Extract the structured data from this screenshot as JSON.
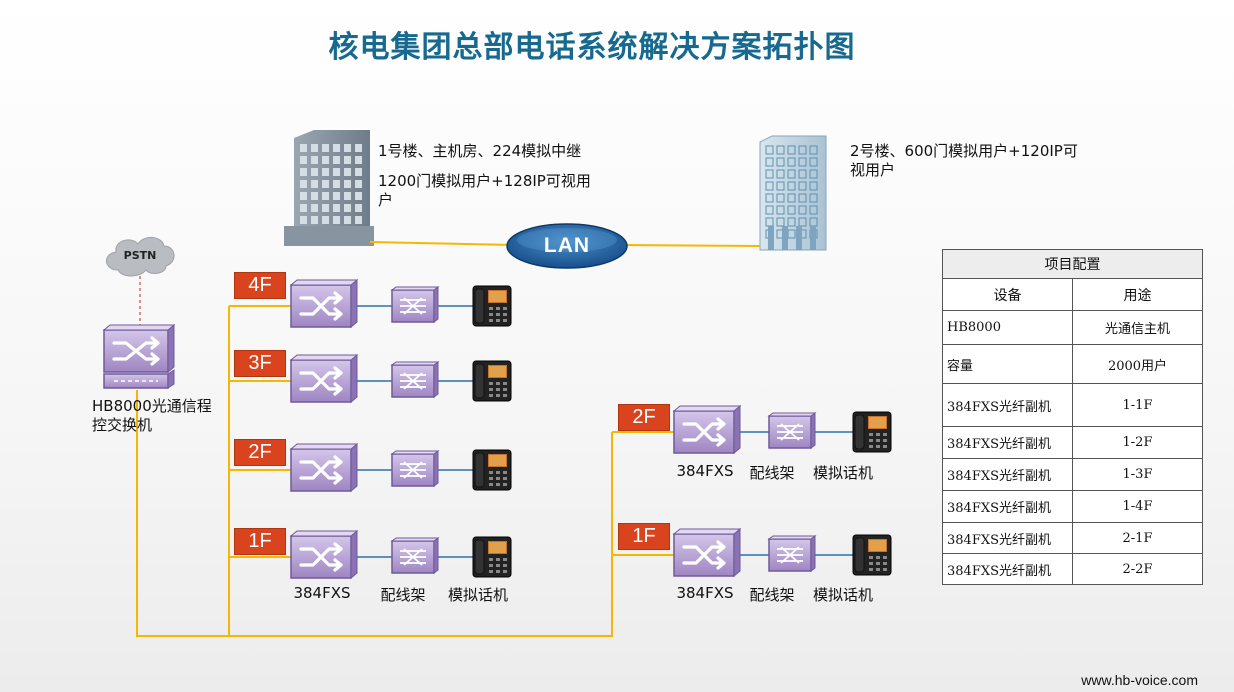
{
  "title": "核电集团总部电话系统解决方案拓扑图",
  "building1": {
    "line1": "1号楼、主机房、224模拟中继",
    "line2": "1200门模拟用户+128IP可视用户"
  },
  "building2": {
    "line1": "2号楼、600门模拟用户+120IP可视用户"
  },
  "lan_label": "LAN",
  "pstn_label": "PSTN",
  "main_switch_label": "HB8000光通信程控交换机",
  "floors_b1": [
    "4F",
    "3F",
    "2F",
    "1F"
  ],
  "floors_b2": [
    "2F",
    "1F"
  ],
  "device_labels": {
    "fxs": "384FXS",
    "patch": "配线架",
    "phone": "模拟话机"
  },
  "config_table": {
    "header": "项目配置",
    "col_device": "设备",
    "col_use": "用途",
    "rows": [
      {
        "device": "HB8000",
        "use": "光通信主机"
      },
      {
        "device": "容量",
        "use": "2000用户"
      },
      {
        "device": "384FXS光纤副机",
        "use": "1-1F"
      },
      {
        "device": "384FXS光纤副机",
        "use": "1-2F"
      },
      {
        "device": "384FXS光纤副机",
        "use": "1-3F"
      },
      {
        "device": "384FXS光纤副机",
        "use": "1-4F"
      },
      {
        "device": "384FXS光纤副机",
        "use": "2-1F"
      },
      {
        "device": "384FXS光纤副机",
        "use": "2-2F"
      }
    ]
  },
  "footer": "www.hb-voice.com",
  "colors": {
    "title": "#17698f",
    "floor_tag": "#d9441f",
    "fiber_line": "#f5b800",
    "device_fill": "#b4a0d0",
    "link_line": "#2c6fb0"
  }
}
